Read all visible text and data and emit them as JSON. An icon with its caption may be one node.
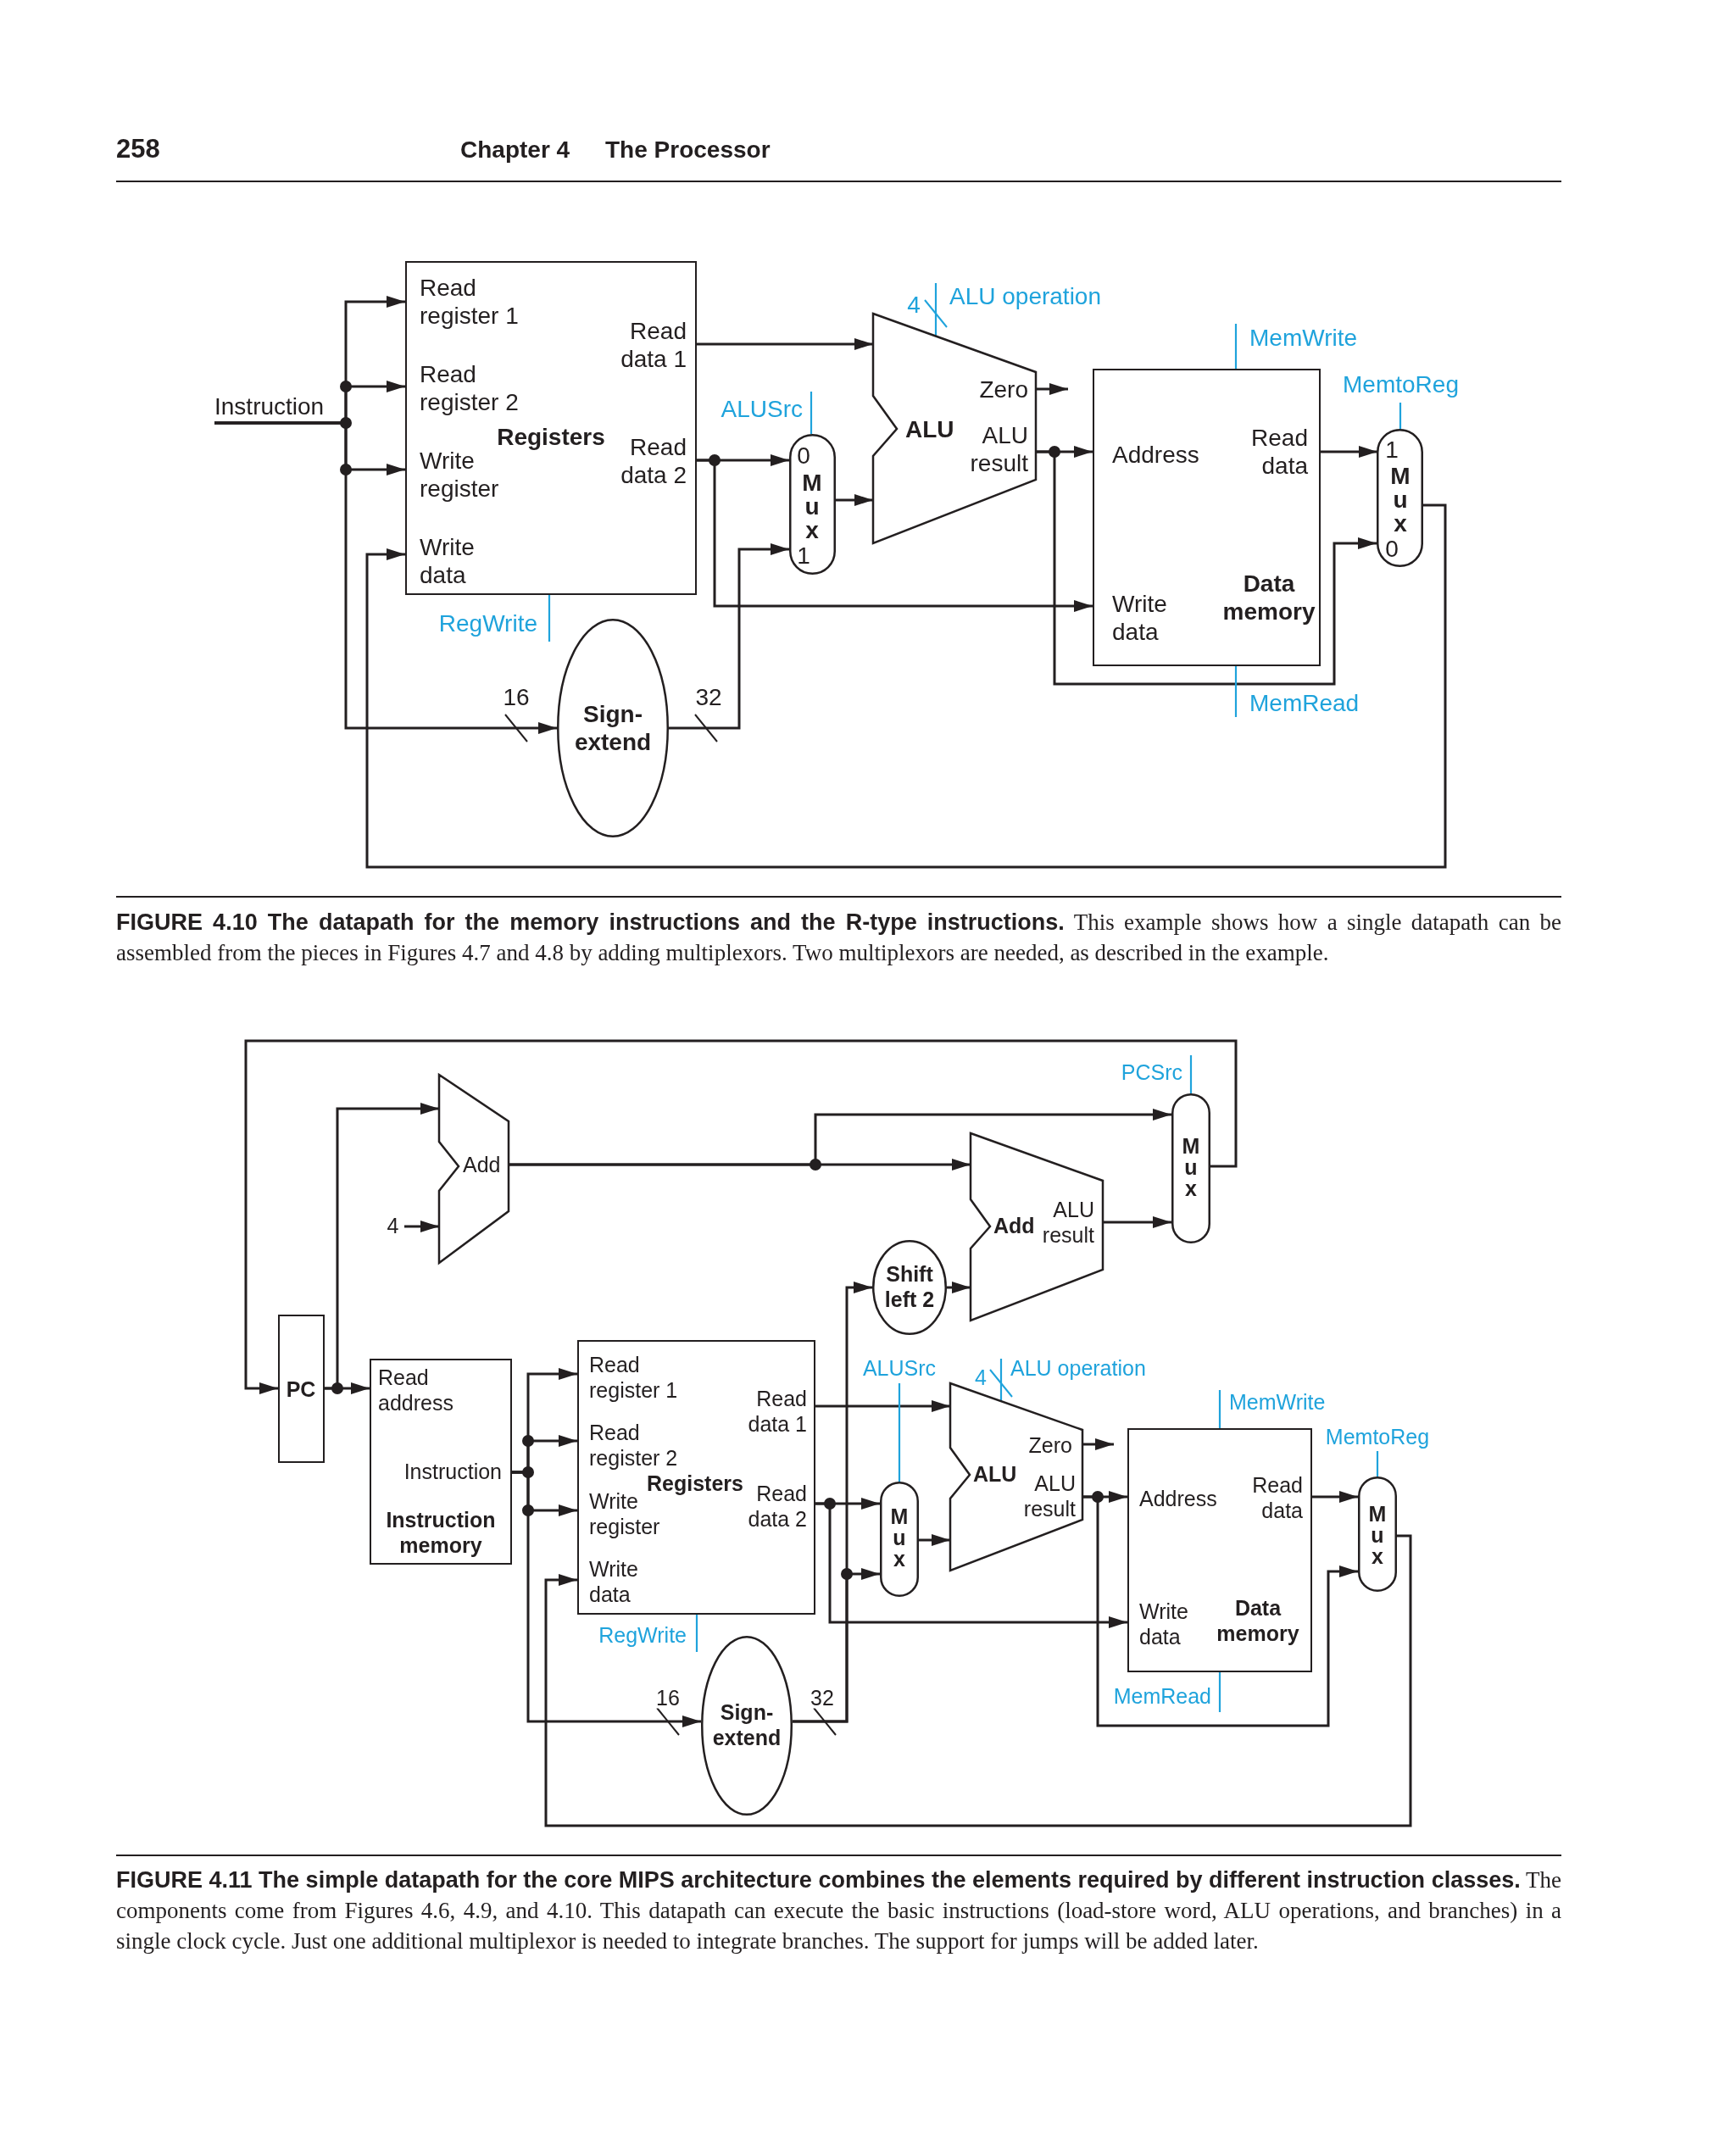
{
  "diagram": {
    "nodes": [
      {
        "text": [
          "Instruction"
        ]
      },
      {
        "text": [
          "Read register 1",
          "Read register 2",
          "Write register",
          "Write data",
          "Read data 1",
          "Read data 2",
          "Registers"
        ]
      },
      {
        "text": [
          "ALU",
          "Zero",
          "ALU result"
        ]
      },
      {
        "text": [
          "0",
          "Mux",
          "1"
        ]
      },
      {
        "text": [
          "Address",
          "Read data",
          "Write data",
          "Data memory"
        ]
      },
      {
        "text": [
          "1",
          "Mux",
          "0"
        ]
      },
      {
        "text": [
          "Sign-extend"
        ]
      },
      {
        "text": [
          "ALU operation"
        ]
      },
      {
        "text": [
          "ALUSrc"
        ]
      },
      {
        "text": [
          "RegWrite"
        ]
      },
      {
        "text": [
          "MemWrite"
        ]
      },
      {
        "text": [
          "MemtoReg"
        ]
      },
      {
        "text": [
          "MemRead"
        ]
      },
      {
        "text": [
          "PC"
        ]
      },
      {
        "text": [
          "Add"
        ]
      },
      {
        "text": [
          "4"
        ]
      },
      {
        "text": [
          "Read address",
          "Instruction",
          "Instruction memory"
        ]
      },
      {
        "text": [
          "Read register 1",
          "Read register 2",
          "Write register",
          "Write data",
          "Read data 1",
          "Read data 2",
          "Registers"
        ]
      },
      {
        "text": [
          "Sign-extend"
        ]
      },
      {
        "text": [
          "Shift left 2"
        ]
      },
      {
        "text": [
          "Add",
          "ALU result"
        ]
      },
      {
        "text": [
          "Mux"
        ]
      },
      {
        "text": [
          "ALU",
          "Zero",
          "ALU result"
        ]
      },
      {
        "text": [
          "Mux"
        ]
      },
      {
        "text": [
          "Address",
          "Read data",
          "Write data",
          "Data memory"
        ]
      },
      {
        "text": [
          "Mux"
        ]
      },
      {
        "text": [
          "PCSrc"
        ]
      },
      {
        "text": [
          "ALUSrc"
        ]
      },
      {
        "text": [
          "ALU operation"
        ]
      },
      {
        "text": [
          "RegWrite"
        ]
      },
      {
        "text": [
          "MemWrite"
        ]
      },
      {
        "text": [
          "MemtoReg"
        ]
      },
      {
        "text": [
          "MemRead"
        ]
      }
    ],
    "edges": [
      {
        "from": 0,
        "to": 1,
        "arrow": "to"
      },
      {
        "from": 0,
        "to": 1,
        "arrow": "to"
      },
      {
        "from": 0,
        "to": 1,
        "arrow": "to"
      },
      {
        "from": 0,
        "to": 6,
        "arrow": "to",
        "label": "16"
      },
      {
        "from": 1,
        "to": 2,
        "arrow": "to"
      },
      {
        "from": 1,
        "to": 3,
        "arrow": "to"
      },
      {
        "from": 1,
        "to": 4,
        "arrow": "to"
      },
      {
        "from": 6,
        "to": 3,
        "arrow": "to",
        "label": "32"
      },
      {
        "from": 3,
        "to": 2,
        "arrow": "to"
      },
      {
        "from": 2,
        "to": 4,
        "arrow": "to"
      },
      {
        "from": 2,
        "to": 5,
        "arrow": "to"
      },
      {
        "from": 4,
        "to": 5,
        "arrow": "to"
      },
      {
        "from": 5,
        "to": 1,
        "arrow": "to"
      },
      {
        "from": 2,
        "to": null,
        "arrow": "to"
      },
      {
        "from": 7,
        "to": 2,
        "arrow": "none",
        "label": "4",
        "color": "#1fa3dc"
      },
      {
        "from": 8,
        "to": 3,
        "arrow": "none",
        "color": "#1fa3dc"
      },
      {
        "from": 9,
        "to": 1,
        "arrow": "none",
        "color": "#1fa3dc"
      },
      {
        "from": 10,
        "to": 4,
        "arrow": "none",
        "color": "#1fa3dc"
      },
      {
        "from": 11,
        "to": 5,
        "arrow": "none",
        "color": "#1fa3dc"
      },
      {
        "from": 12,
        "to": 4,
        "arrow": "none",
        "color": "#1fa3dc"
      },
      {
        "from": 13,
        "to": 16,
        "arrow": "to"
      },
      {
        "from": 13,
        "to": 14,
        "arrow": "to"
      },
      {
        "from": 15,
        "to": 14,
        "arrow": "to"
      },
      {
        "from": 14,
        "to": 21,
        "arrow": "to"
      },
      {
        "from": 14,
        "to": 20,
        "arrow": "to"
      },
      {
        "from": 20,
        "to": 21,
        "arrow": "to"
      },
      {
        "from": 19,
        "to": 20,
        "arrow": "to"
      },
      {
        "from": 21,
        "to": 13,
        "arrow": "to"
      },
      {
        "from": 16,
        "to": 17,
        "arrow": "to"
      },
      {
        "from": 16,
        "to": 17,
        "arrow": "to"
      },
      {
        "from": 16,
        "to": 17,
        "arrow": "to"
      },
      {
        "from": 16,
        "to": 18,
        "arrow": "to",
        "label": "16"
      },
      {
        "from": 17,
        "to": 22,
        "arrow": "to"
      },
      {
        "from": 17,
        "to": 23,
        "arrow": "to"
      },
      {
        "from": 17,
        "to": 24,
        "arrow": "to"
      },
      {
        "from": 18,
        "to": 23,
        "arrow": "to",
        "label": "32"
      },
      {
        "from": 18,
        "to": 19,
        "arrow": "to"
      },
      {
        "from": 23,
        "to": 22,
        "arrow": "to"
      },
      {
        "from": 22,
        "to": 24,
        "arrow": "to"
      },
      {
        "from": 22,
        "to": 25,
        "arrow": "to"
      },
      {
        "from": 24,
        "to": 25,
        "arrow": "to"
      },
      {
        "from": 25,
        "to": 17,
        "arrow": "to"
      },
      {
        "from": 22,
        "to": null,
        "arrow": "to"
      },
      {
        "from": 26,
        "to": 21,
        "arrow": "none",
        "color": "#1fa3dc"
      },
      {
        "from": 27,
        "to": 23,
        "arrow": "none",
        "color": "#1fa3dc"
      },
      {
        "from": 28,
        "to": 22,
        "arrow": "none",
        "label": "4",
        "color": "#1fa3dc"
      },
      {
        "from": 29,
        "to": 17,
        "arrow": "none",
        "color": "#1fa3dc"
      },
      {
        "from": 30,
        "to": 24,
        "arrow": "none",
        "color": "#1fa3dc"
      },
      {
        "from": 31,
        "to": 25,
        "arrow": "none",
        "color": "#1fa3dc"
      },
      {
        "from": 32,
        "to": 24,
        "arrow": "none",
        "color": "#1fa3dc"
      }
    ],
    "labels": [
      "258",
      "Chapter 4",
      "The Processor",
      "**FIGURE 4.10  The datapath for the memory instructions and the R-type instructions.** This example shows how a single datapath can be assembled from the pieces in Figures 4.7 and 4.8 by adding multiplexors. Two multiplexors are needed, as described in the example.",
      "**FIGURE 4.11  The simple datapath for the core MIPS architecture combines the elements required by different instruction classes.** The components come from Figures 4.6, 4.9, and 4.10. This datapath can execute the basic instructions (load-store word, ALU operations, and branches) in a single clock cycle. Just one additional multiplexor is needed to integrate branches. The support for jumps will be added later."
    ]
  }
}
